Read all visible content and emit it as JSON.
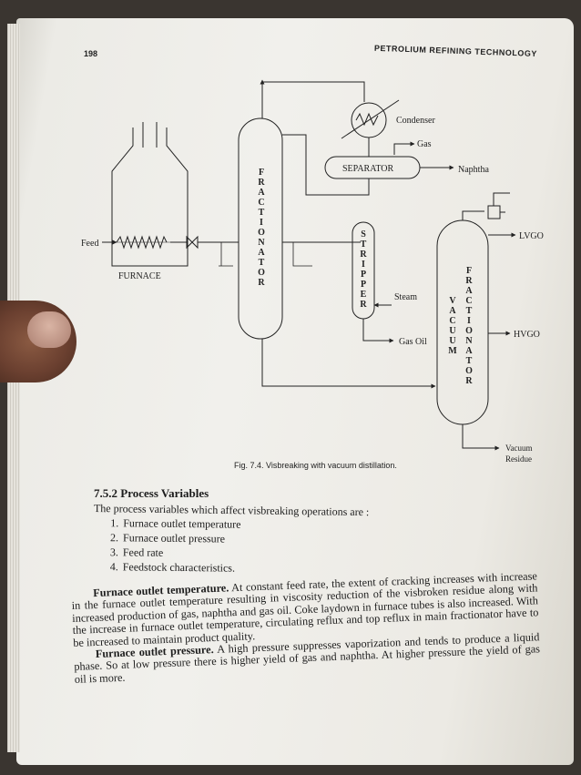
{
  "header": {
    "page_number": "198",
    "running_title": "PETROLIUM REFINING TECHNOLOGY"
  },
  "diagram": {
    "feed": "Feed",
    "furnace": "FURNACE",
    "fractionator_letters": [
      "F",
      "R",
      "A",
      "C",
      "T",
      "I",
      "O",
      "N",
      "A",
      "T",
      "O",
      "R"
    ],
    "condenser": "Condenser",
    "gas": "Gas",
    "separator": "SEPARATOR",
    "naphtha": "Naphtha",
    "stripper_letters": [
      "S",
      "T",
      "R",
      "I",
      "P",
      "P",
      "E",
      "R"
    ],
    "steam": "Steam",
    "gas_oil": "Gas Oil",
    "vacuum_letters": [
      "V",
      "A",
      "C",
      "U",
      "U",
      "M"
    ],
    "vac_fractionator_letters": [
      "F",
      "R",
      "A",
      "C",
      "T",
      "I",
      "O",
      "N",
      "A",
      "T",
      "O",
      "R"
    ],
    "lvgo": "LVGO",
    "hvgo": "HVGO",
    "vacuum_residue_line1": "Vacuum",
    "vacuum_residue_line2": "Residue"
  },
  "caption": "Fig. 7.4. Visbreaking with vacuum distillation.",
  "section": {
    "heading": "7.5.2 Process Variables",
    "intro": "The process variables which affect visbreaking operations are :",
    "items": [
      "Furnace outlet temperature",
      "Furnace outlet pressure",
      "Feed rate",
      "Feedstock characteristics."
    ]
  },
  "paragraphs": {
    "p1_lead": "Furnace outlet temperature.",
    "p1_text": " At constant feed rate, the extent of cracking increases with increase in the furnace outlet temperature resulting in viscosity reduction of the visbroken residue along with increased production of gas, naphtha and gas oil. Coke laydown in furnace tubes is also increased. With the increase in furnace outlet temperature, circulating reflux and top reflux in main fractionator have to be increased to maintain product quality.",
    "p2_lead": "Furnace outlet pressure.",
    "p2_text": " A high pressure suppresses vaporization and tends to produce a liquid phase. So at low pressure there is higher yield of gas and naphtha. At higher pressure the yield of gas oil is more."
  }
}
